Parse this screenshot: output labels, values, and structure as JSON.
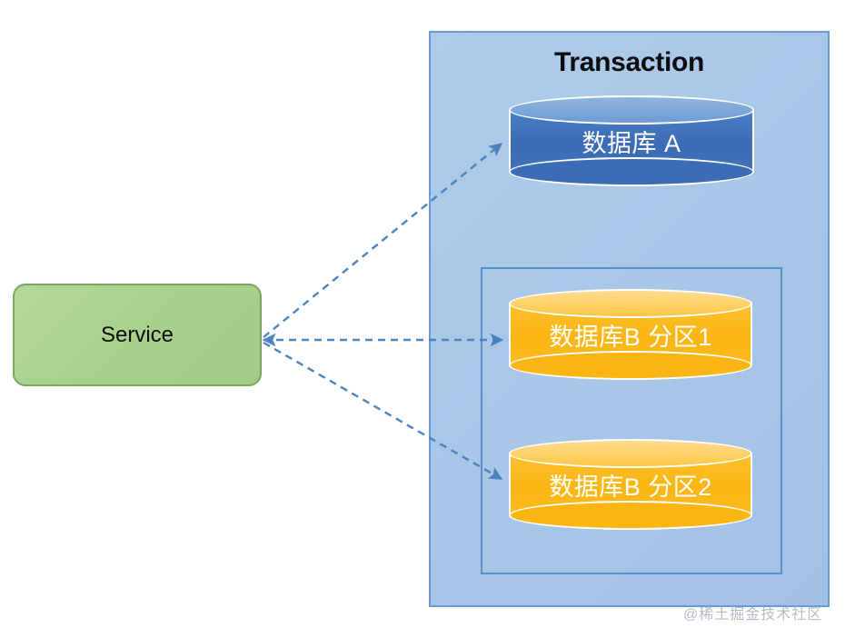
{
  "diagram": {
    "title": "Transaction",
    "service": {
      "label": "Service"
    },
    "databases": [
      {
        "id": "db-a",
        "label": "数据库 A",
        "color": "#3b6cb5"
      },
      {
        "id": "db-b-p1",
        "label": "数据库B 分区1",
        "color": "#fbb614"
      },
      {
        "id": "db-b-p2",
        "label": "数据库B 分区2",
        "color": "#fbb614"
      }
    ],
    "panel": {
      "background": "#a8c6e7",
      "border": "#6b9bd2"
    },
    "inner_group": {
      "border": "#5b8fc9"
    },
    "connections": [
      {
        "from": "Service",
        "to": "数据库 A",
        "style": "dashed-arrow"
      },
      {
        "from": "Service",
        "to": "数据库B 分区1",
        "style": "dashed-arrow"
      },
      {
        "from": "Service",
        "to": "数据库B 分区2",
        "style": "dashed-arrow"
      }
    ],
    "arrow_color": "#4a83bd",
    "watermark": "@稀土掘金技术社区"
  }
}
